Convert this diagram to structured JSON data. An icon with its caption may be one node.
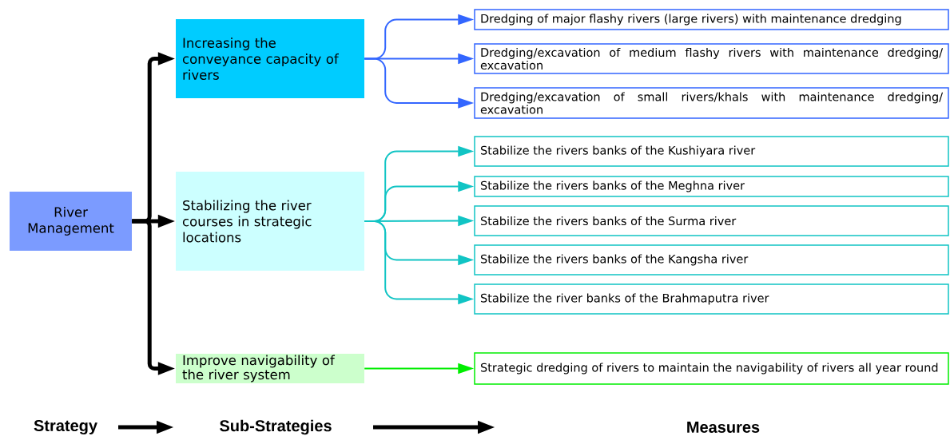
{
  "diagram": {
    "nodes": [
      {
        "text": [
          "River Management"
        ]
      },
      {
        "text": [
          "Increasing the conveyance capacity of rivers"
        ]
      },
      {
        "text": [
          "Stabilizing the river courses in strategic locations"
        ]
      },
      {
        "text": [
          "Improve navigability of the river system"
        ]
      },
      {
        "text": [
          "Dredging of major flashy rivers (large rivers) with maintenance dredging"
        ]
      },
      {
        "text": [
          "Dredging/excavation of medium flashy rivers with maintenance dredging/ excavation"
        ]
      },
      {
        "text": [
          "Dredging/excavation of small rivers/khals with maintenance dredging/ excavation"
        ]
      },
      {
        "text": [
          "Stabilize the rivers banks of the Kushiyara river"
        ]
      },
      {
        "text": [
          "Stabilize the rivers banks of the Meghna river"
        ]
      },
      {
        "text": [
          "Stabilize the rivers banks of the Surma river"
        ]
      },
      {
        "text": [
          "Stabilize the rivers banks of the Kangsha river"
        ]
      },
      {
        "text": [
          "Stabilize the river banks of the Brahmaputra river"
        ]
      },
      {
        "text": [
          "Strategic dredging of rivers to maintain the navigability of rivers all year round"
        ]
      }
    ],
    "edges": [
      {
        "from": 0,
        "to": 1,
        "arrow": "to",
        "style": "thick",
        "color": "#000000"
      },
      {
        "from": 0,
        "to": 2,
        "arrow": "to",
        "style": "thick",
        "color": "#000000"
      },
      {
        "from": 0,
        "to": 3,
        "arrow": "to",
        "style": "thick",
        "color": "#000000"
      },
      {
        "from": 1,
        "to": 4,
        "arrow": "to",
        "color": "#3366ff"
      },
      {
        "from": 1,
        "to": 5,
        "arrow": "to",
        "color": "#3366ff"
      },
      {
        "from": 1,
        "to": 6,
        "arrow": "to",
        "color": "#3366ff"
      },
      {
        "from": 2,
        "to": 7,
        "arrow": "to",
        "color": "#11c4c4"
      },
      {
        "from": 2,
        "to": 8,
        "arrow": "to",
        "color": "#11c4c4"
      },
      {
        "from": 2,
        "to": 9,
        "arrow": "to",
        "color": "#11c4c4"
      },
      {
        "from": 2,
        "to": 10,
        "arrow": "to",
        "color": "#11c4c4"
      },
      {
        "from": 2,
        "to": 11,
        "arrow": "to",
        "color": "#11c4c4"
      },
      {
        "from": 3,
        "to": 12,
        "arrow": "to",
        "color": "#00ee00"
      }
    ],
    "labels": [
      "Strategy",
      "Sub-Strategies",
      "Measures"
    ]
  }
}
